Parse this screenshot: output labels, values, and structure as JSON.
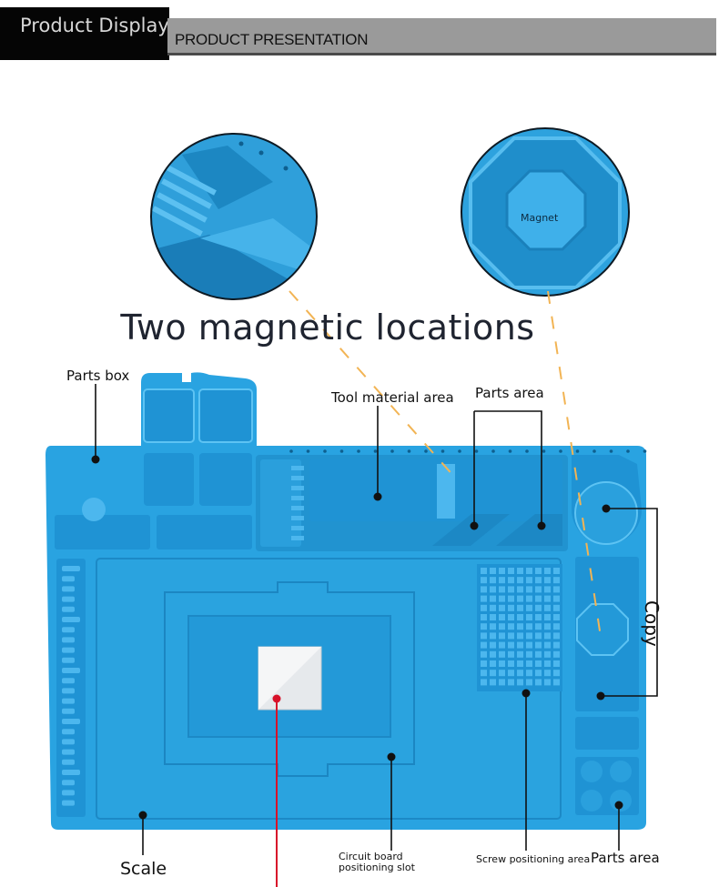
{
  "header": {
    "badge_text": "Product Display",
    "bar_text": "PRODUCT PRESENTATION"
  },
  "headline": "Two magnetic locations",
  "inset_right": {
    "label": "Magnet"
  },
  "labels": {
    "parts_box": "Parts box",
    "tool_material_area": "Tool material area",
    "parts_area_top": "Parts area",
    "copy": "Copy",
    "scale": "Scale",
    "circuit_board_slot": "Circuit board positioning slot",
    "screw_area": "Screw positioning area",
    "parts_area_bottom": "Parts area"
  },
  "colors": {
    "mat": "#29a3e1",
    "mat_dark": "#1b86c2",
    "mat_light": "#4cb7ee",
    "dashed_guide": "#f2b454",
    "red_pointer": "#d8122a"
  }
}
